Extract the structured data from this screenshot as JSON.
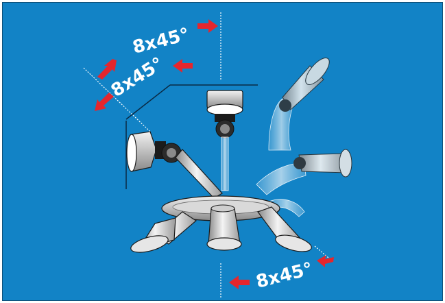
{
  "labels": {
    "top": "8x45°",
    "left": "8x45°",
    "bottom": "8x45°"
  },
  "colors": {
    "background": "#1283c6",
    "arrow": "#e5262d",
    "metal_light": "#f2f2f2",
    "metal_mid": "#b9b9b9",
    "metal_dark": "#6d6d6d",
    "line": "#ffffff"
  }
}
